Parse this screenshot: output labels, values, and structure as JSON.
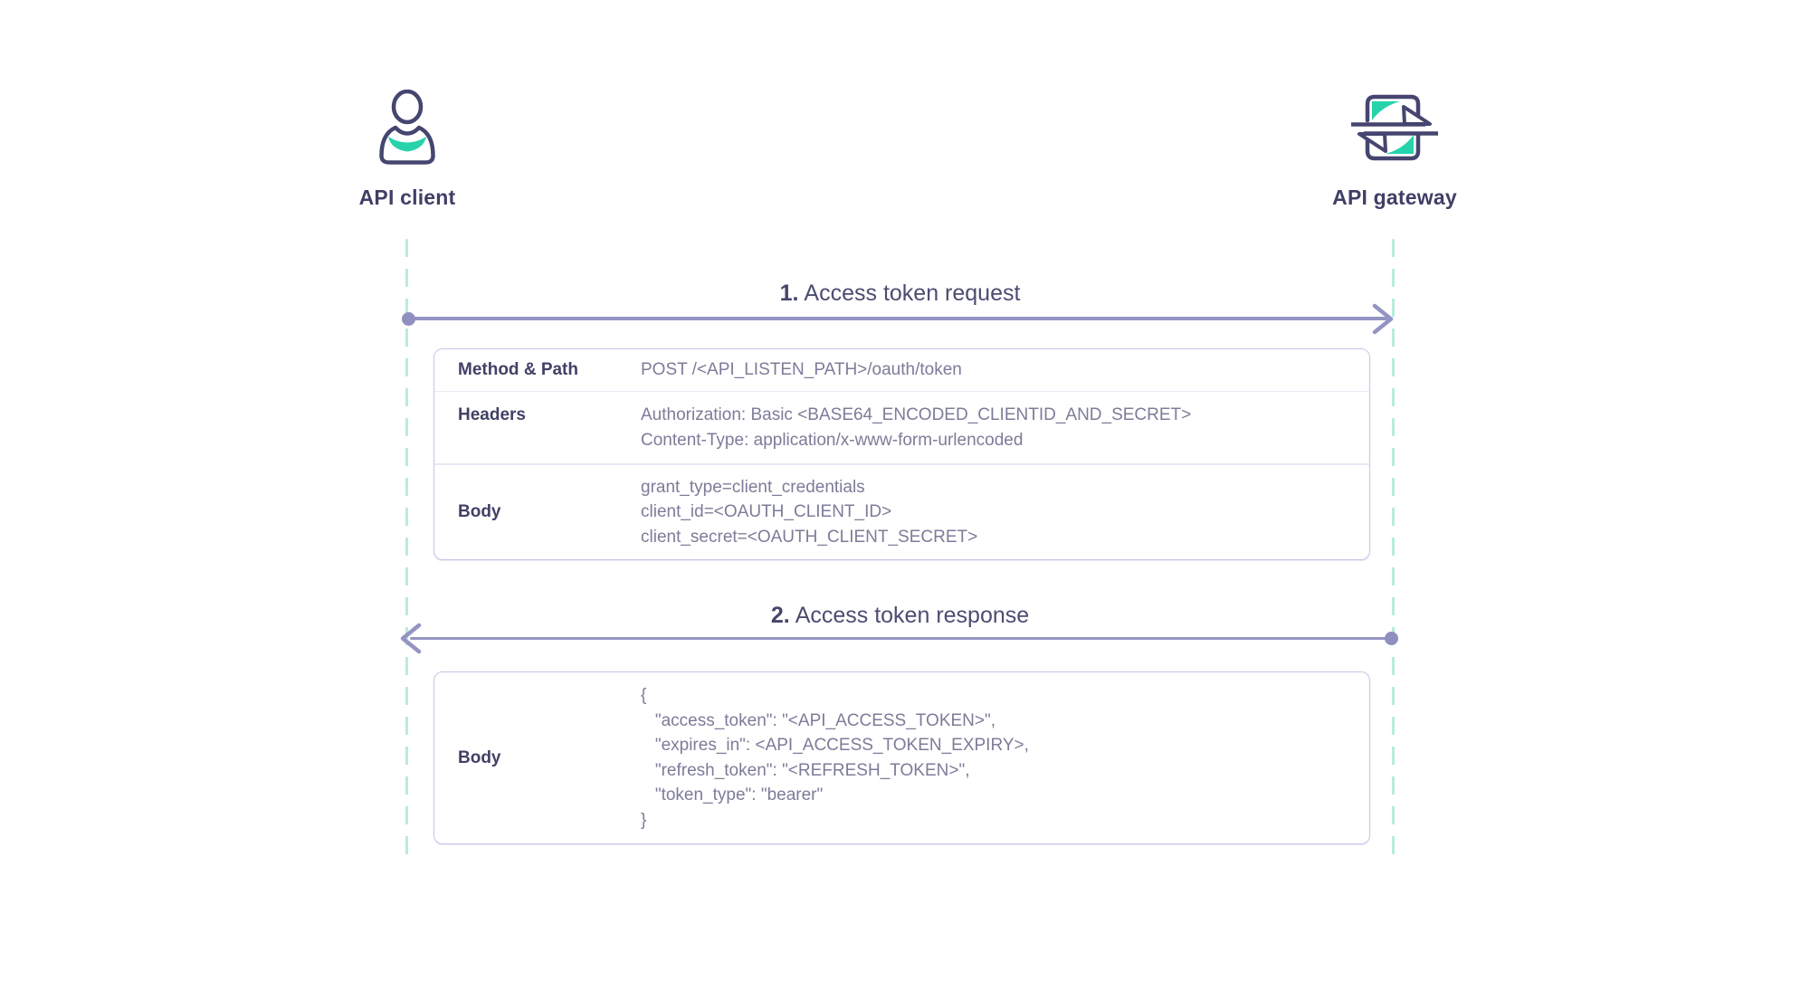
{
  "diagram": {
    "actors": [
      {
        "label": "API client",
        "icon": "user-icon"
      },
      {
        "label": "API gateway",
        "icon": "gateway-icon"
      }
    ],
    "messages": [
      {
        "number": "1.",
        "title": "Access token request",
        "direction": "client-to-gateway",
        "table": {
          "rows": [
            {
              "label": "Method & Path",
              "lines": [
                "POST /<API_LISTEN_PATH>/oauth/token"
              ]
            },
            {
              "label": "Headers",
              "lines": [
                "Authorization: Basic <BASE64_ENCODED_CLIENTID_AND_SECRET>",
                "Content-Type: application/x-www-form-urlencoded"
              ]
            },
            {
              "label": "Body",
              "lines": [
                "grant_type=client_credentials",
                "client_id=<OAUTH_CLIENT_ID>",
                "client_secret=<OAUTH_CLIENT_SECRET>"
              ]
            }
          ]
        }
      },
      {
        "number": "2.",
        "title": "Access token response",
        "direction": "gateway-to-client",
        "table": {
          "rows": [
            {
              "label": "Body",
              "lines": [
                "{",
                "   \"access_token\": \"<API_ACCESS_TOKEN>\",",
                "   \"expires_in\": <API_ACCESS_TOKEN_EXPIRY>,",
                "   \"refresh_token\": \"<REFRESH_TOKEN>\",",
                "   \"token_type\": \"bearer\"",
                "}"
              ]
            }
          ]
        }
      }
    ],
    "colors": {
      "accent_teal": "#26d3ab",
      "lifeline_teal": "#b9ecdc",
      "arrow_purple": "#9494c4",
      "icon_stroke": "#454570",
      "heading_text": "#3f3f66",
      "label_text": "#414166",
      "value_text": "#7c7c99",
      "table_border": "#c9c5e8",
      "row_divider": "#eae8f4"
    }
  }
}
